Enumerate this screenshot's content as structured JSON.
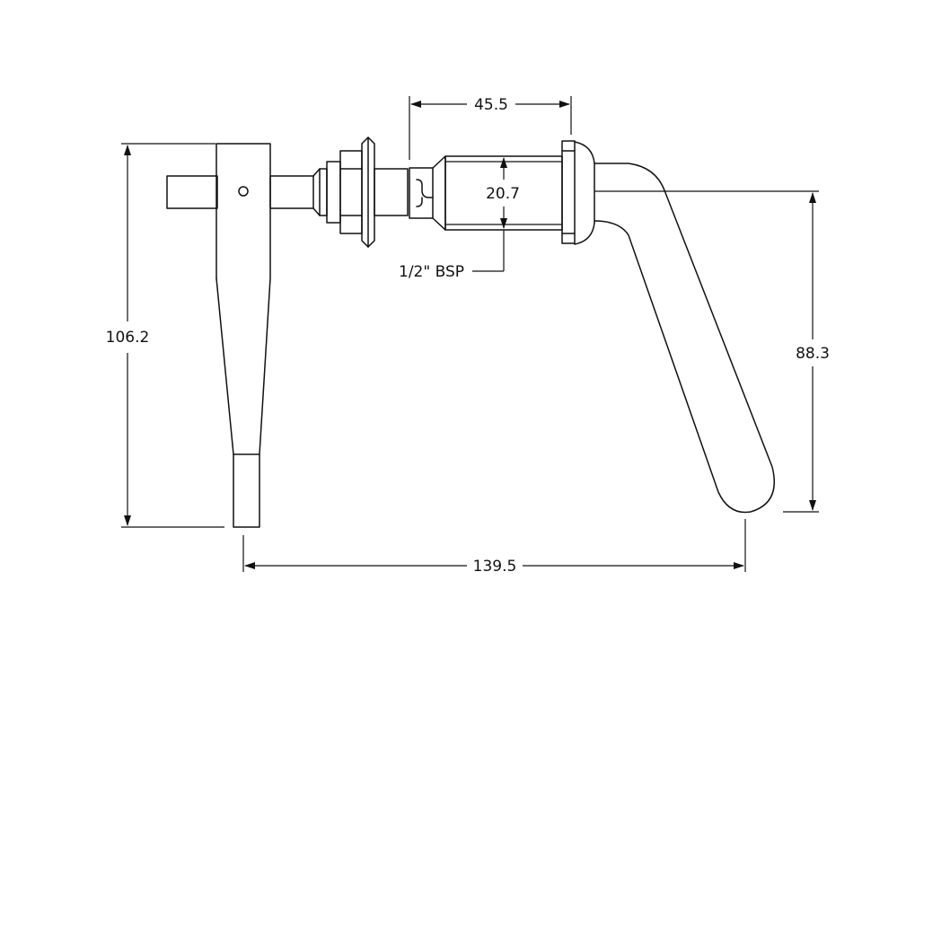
{
  "drawing": {
    "dimensions": {
      "height_overall": "106.2",
      "width_overall": "139.5",
      "spindle_offset": "45.5",
      "thread_diameter": "20.7",
      "lever_drop": "88.3",
      "thread_spec": "1/2\" BSP"
    }
  },
  "colors": {
    "line": "#111111",
    "background": "#ffffff"
  }
}
